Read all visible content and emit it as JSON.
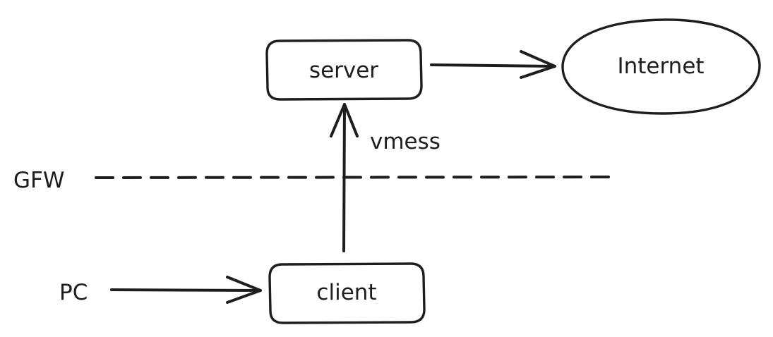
{
  "nodes": {
    "server": "server",
    "internet": "Internet",
    "client": "client"
  },
  "labels": {
    "protocol": "vmess",
    "firewall": "GFW",
    "source": "PC"
  },
  "colors": {
    "ink": "#1e1e1e",
    "background": "#ffffff"
  }
}
